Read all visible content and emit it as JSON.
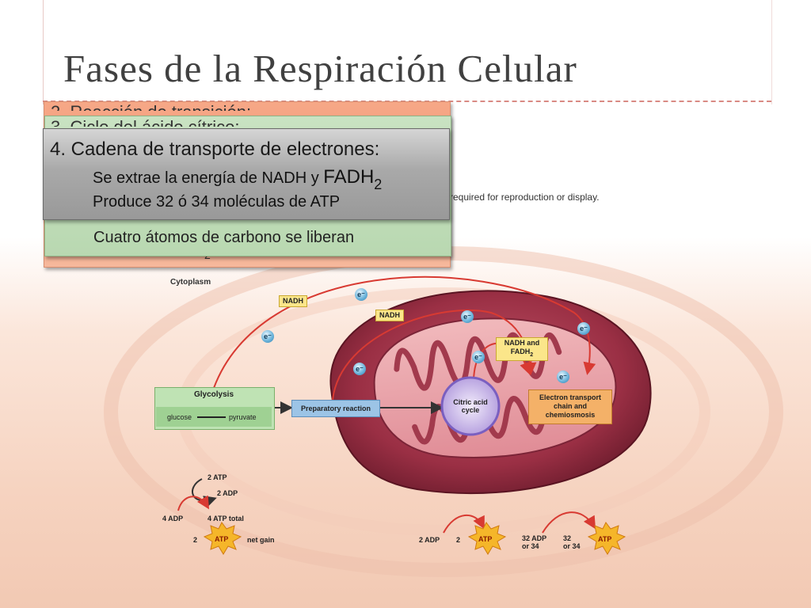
{
  "slide": {
    "title": "Fases de la Respiración Celular",
    "peek_orange": "2. Reacción de transición:",
    "peek_green": "3. Ciclo del ácido cítrico:",
    "peek_subscript": "2",
    "green_line": "Cuatro átomos de carbono se liberan",
    "grey_box": {
      "heading": "4. Cadena de transporte de electrones:",
      "line1_text": "Se extrae la energía de NADH y ",
      "line1_fadh": "FADH",
      "line1_sub": "2",
      "line2": "Produce 32 ó 34 moléculas de ATP"
    },
    "notice_fragment": "required for reproduction or display."
  },
  "diagram": {
    "cytoplasm": "Cytoplasm",
    "nadh_1": "NADH",
    "nadh_2": "NADH",
    "nadh_fadh_1": "NADH and",
    "nadh_fadh_2": "FADH",
    "nadh_fadh_sub": "2",
    "electron": "e⁻",
    "glycolysis": "Glycolysis",
    "glucose": "glucose",
    "pyruvate": "pyruvate",
    "prep_reaction": "Preparatory reaction",
    "citric_1": "Citric acid",
    "citric_2": "cycle",
    "etc_1": "Electron transport",
    "etc_2": "chain and",
    "etc_3": "chemiosmosis",
    "atp_2": "2 ATP",
    "adp_2": "2 ADP",
    "adp_4": "4 ADP",
    "atp_4_total": "4 ATP total",
    "net_num": "2",
    "atp": "ATP",
    "net_gain": "net gain",
    "adp_2b": "2 ADP",
    "num_2b": "2",
    "adp_32_1": "32 ADP",
    "adp_32_2": "or 34",
    "num_32_1": "32",
    "num_32_2": "or 34"
  },
  "colors": {
    "orange_box": "#f6a786",
    "green_box": "#c9e3c2",
    "grey_box": "#a9a9a9",
    "mito_outer": "#a23a4d",
    "mito_inner": "#d46a7a",
    "arrow": "#d83a32",
    "nadh_label": "#fbe68a",
    "glycolysis": "#bfe3b4",
    "prep": "#9cc4e6",
    "citric": "#d8c8f0",
    "etc": "#f4b168"
  }
}
